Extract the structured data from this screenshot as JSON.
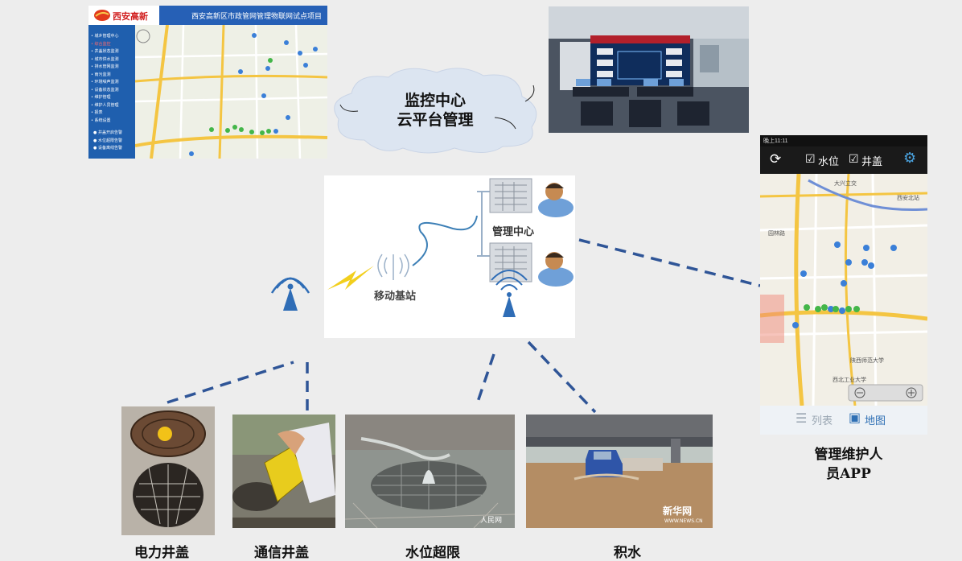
{
  "cloud": {
    "line1": "监控中心",
    "line2": "云平台管理"
  },
  "web_platform": {
    "logo_text": "西安高新",
    "header_title": "西安高新区市政管网管理物联网试点项目",
    "menu": [
      "• 城乡管理中心",
      "• 综合监控",
      "• 井盖状态监测",
      "• 城市供水监测",
      "• 排水管网监测",
      "• 雨污监测",
      "• 环境噪声监测",
      "• 设备状态监测",
      "• 维护管理",
      "• 维护人员管理",
      "• 报表",
      "• 系统设置"
    ],
    "legend": [
      "● 井盖开启告警",
      "● 水位超限告警",
      "● 设备离线告警"
    ]
  },
  "network": {
    "center_label": "管理中心",
    "base_station_label": "移动基站"
  },
  "mobile_app": {
    "status_left": "晚上11:11",
    "tab_water": "水位",
    "tab_cover": "井盖",
    "map_labels": [
      "大兴立交",
      "西安北站",
      "园林路",
      "西北工业大学",
      "陕西师范大学"
    ],
    "bottom_list": "列表",
    "bottom_map": "地图",
    "caption_line1": "管理维护人",
    "caption_line2": "员APP"
  },
  "sensors": [
    {
      "label": "电力井盖"
    },
    {
      "label": "通信井盖"
    },
    {
      "label": "水位超限"
    },
    {
      "label": "积水"
    }
  ],
  "watermarks": {
    "people": "人民网",
    "xinhua": "新华网",
    "xinhua_url": "WWW.NEWS.CN"
  }
}
